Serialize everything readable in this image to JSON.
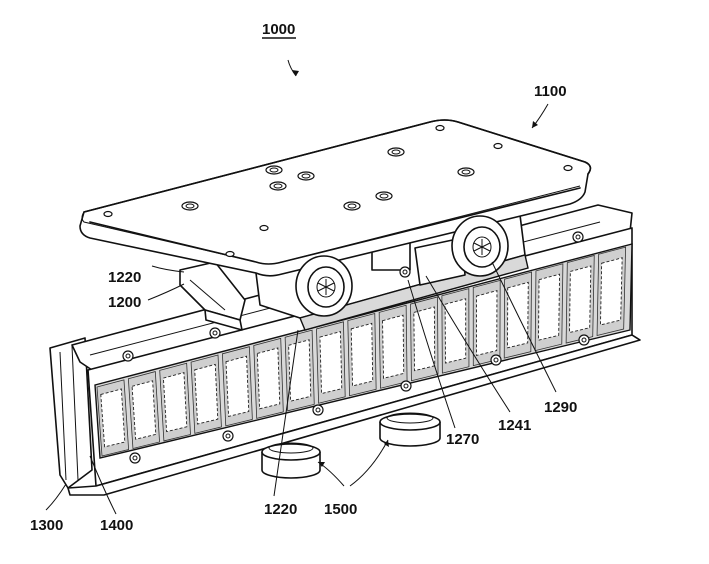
{
  "figure": {
    "callouts": {
      "main": "1000",
      "top_plate": "1100",
      "bracket_upper": "1220",
      "bracket": "1200",
      "bracket_lower": "1220",
      "frame": "1300",
      "array": "1400",
      "feet": "1500",
      "part_1270": "1270",
      "part_1241": "1241",
      "wheel": "1290"
    }
  }
}
